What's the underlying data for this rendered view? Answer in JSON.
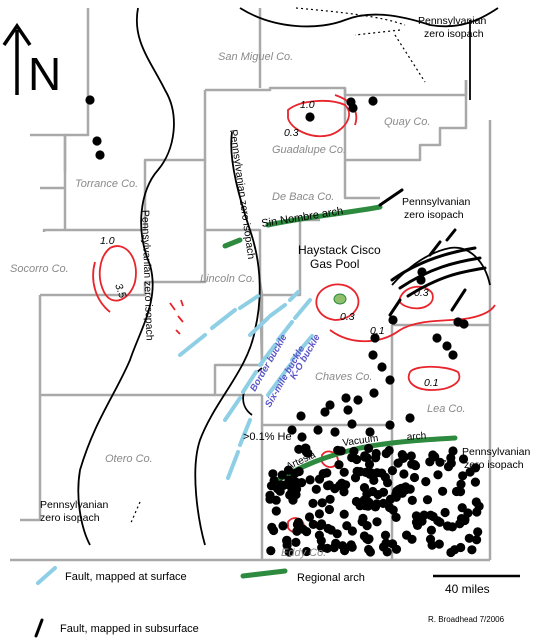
{
  "north_label": "N",
  "counties": {
    "san_miguel": "San Miguel Co.",
    "quay": "Quay Co.",
    "guadalupe": "Guadalupe Co.",
    "torrance": "Torrance Co.",
    "de_baca": "De Baca Co.",
    "socorro": "Socorro Co.",
    "lincoln": "Lincoln Co.",
    "chaves": "Chaves Co.",
    "lea": "Lea Co.",
    "otero": "Otero Co.",
    "eddy": "Eddy Co."
  },
  "isopach_label_line1": "Pennsylvanian",
  "isopach_label_line2": "zero isopach",
  "isopach_axial_label": "Pennsylvanian zero isopach",
  "contours": {
    "c10_north": "1.0",
    "c03_north": "0.3",
    "c10_west": "1.0",
    "c35_west": "3.5",
    "c03_center": "0.3",
    "c03_east": "0.3",
    "c01_mid": "0.1",
    "c01_lea": "0.1"
  },
  "features": {
    "sin_nombre_arch": "Sin Nombre arch",
    "haystack_line1": "Haystack Cisco",
    "haystack_line2": "Gas Pool",
    "border_buckle": "Border buckle",
    "six_mile_buckle": "Six-mile buckle",
    "k_o_buckle": "K-O buckle",
    "helium": ">0.1% He",
    "artesia_vacuum_arch_a": "Artesia",
    "artesia_vacuum_arch_b": "Vacuum",
    "artesia_vacuum_arch_c": "arch"
  },
  "legend": {
    "fault_surface": "Fault, mapped at surface",
    "regional_arch": "Regional arch",
    "fault_subsurface": "Fault, mapped in subsurface",
    "scale": "40 miles",
    "credit": "R. Broadhead 7/2006"
  },
  "colors": {
    "county_line": "#a9a9a9",
    "isopach": "#000000",
    "he_contour": "#e8242c",
    "surface_fault": "#8ecfe6",
    "regional_arch": "#2d8a3e",
    "subsurface_fault": "#000000",
    "well": "#000000",
    "gas_pool": "#8fbf6a"
  },
  "icons": {
    "north_arrow": "north-arrow-icon",
    "well": "well-dot-icon"
  }
}
